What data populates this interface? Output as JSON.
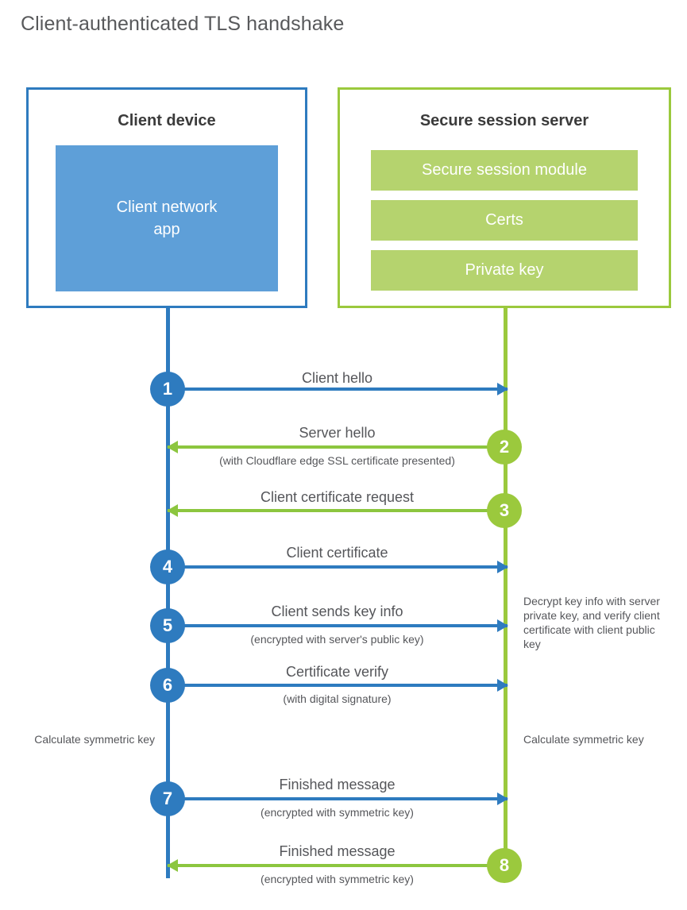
{
  "title": "Client-authenticated TLS handshake",
  "colors": {
    "client_blue": "#2E7BBF",
    "client_app_blue": "#5E9FD8",
    "server_green": "#9BC93D",
    "server_bar_green": "#B5D36E",
    "arrow_green": "#8CC63F",
    "text_gray": "#55565a"
  },
  "client": {
    "title": "Client device",
    "app_label": "Client network\napp",
    "app_label_line1": "Client network",
    "app_label_line2": "app"
  },
  "server": {
    "title": "Secure session server",
    "bars": [
      {
        "label": "Secure session module"
      },
      {
        "label": "Certs"
      },
      {
        "label": "Private key"
      }
    ]
  },
  "steps": [
    {
      "number": "1",
      "direction": "client-to-server",
      "color": "blue",
      "label": "Client hello",
      "sublabel": ""
    },
    {
      "number": "2",
      "direction": "server-to-client",
      "color": "green",
      "label": "Server hello",
      "sublabel": "(with Cloudflare edge SSL certificate presented)"
    },
    {
      "number": "3",
      "direction": "server-to-client",
      "color": "green",
      "label": "Client certificate request",
      "sublabel": ""
    },
    {
      "number": "4",
      "direction": "client-to-server",
      "color": "blue",
      "label": "Client certificate",
      "sublabel": ""
    },
    {
      "number": "5",
      "direction": "client-to-server",
      "color": "blue",
      "label": "Client sends key info",
      "sublabel": "(encrypted with server's public key)"
    },
    {
      "number": "6",
      "direction": "client-to-server",
      "color": "blue",
      "label": "Certificate verify",
      "sublabel": "(with digital signature)"
    },
    {
      "number": "7",
      "direction": "client-to-server",
      "color": "blue",
      "label": "Finished message",
      "sublabel": "(encrypted with symmetric key)"
    },
    {
      "number": "8",
      "direction": "server-to-client",
      "color": "green",
      "label": "Finished message",
      "sublabel": "(encrypted with symmetric key)"
    }
  ],
  "annotations": {
    "server_decrypt": "Decrypt key info with server private key, and verify client certificate with client public key",
    "client_calculate": "Calculate symmetric key",
    "server_calculate": "Calculate symmetric key"
  }
}
